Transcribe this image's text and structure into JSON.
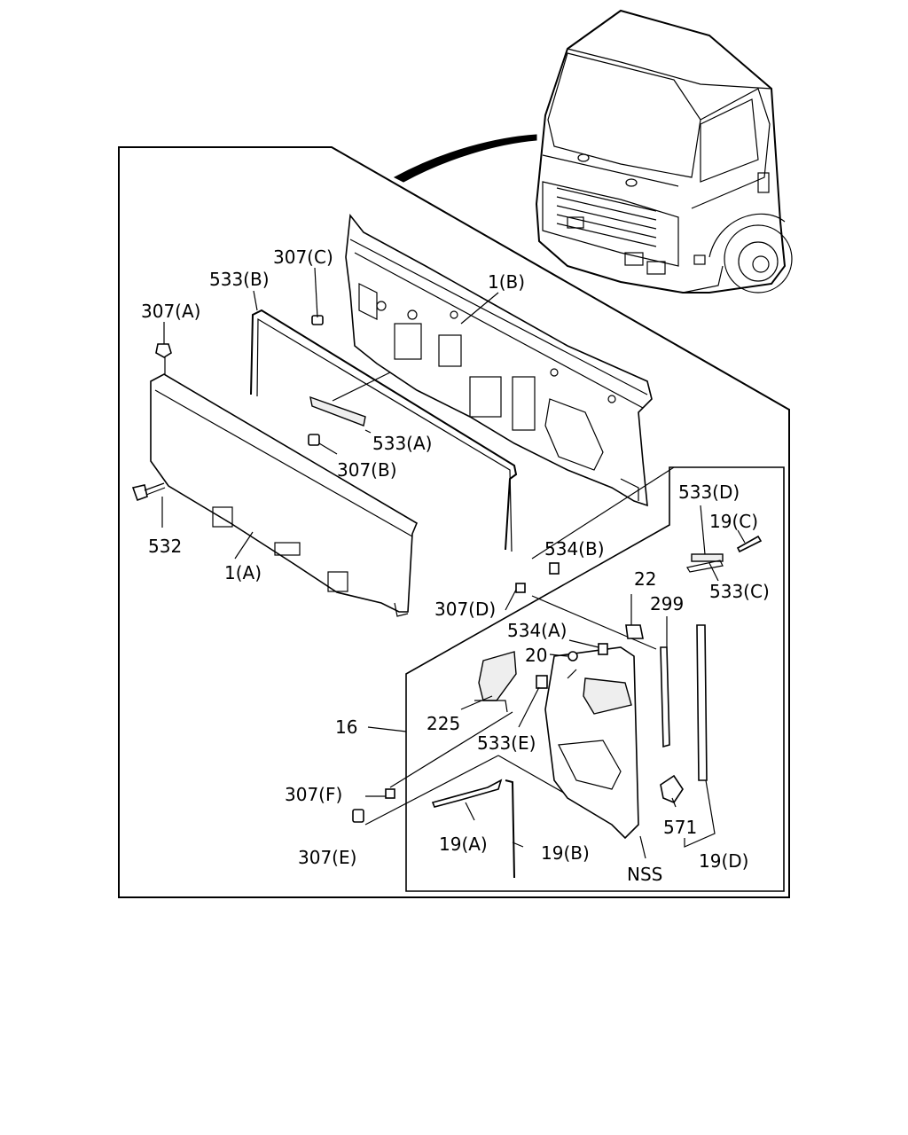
{
  "colors": {
    "line": "#000000",
    "background": "#ffffff"
  },
  "labels": {
    "p307c": "307(C)",
    "p533b": "533(B)",
    "p1b": "1(B)",
    "p307a": "307(A)",
    "p533a": "533(A)",
    "p307b": "307(B)",
    "p532": "532",
    "p1a": "1(A)",
    "p533d": "533(D)",
    "p19c": "19(C)",
    "p533c": "533(C)",
    "p534b": "534(B)",
    "p22": "22",
    "p299": "299",
    "p307d": "307(D)",
    "p534a": "534(A)",
    "p20": "20",
    "p225": "225",
    "p16": "16",
    "p533e": "533(E)",
    "p307f": "307(F)",
    "p307e": "307(E)",
    "p19a": "19(A)",
    "p19b": "19(B)",
    "p571": "571",
    "p19d": "19(D)",
    "nss": "NSS"
  }
}
